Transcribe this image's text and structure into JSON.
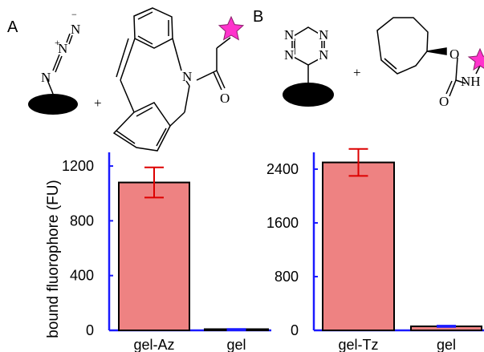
{
  "figure": {
    "panel_a_letter": "A",
    "panel_b_letter": "B",
    "plus_sign": "+"
  },
  "scheme": {
    "azide": {
      "n_top": "N",
      "n_mid": "N",
      "n_low": "N",
      "plus": "+",
      "minus": "−"
    },
    "dbco": {
      "n_atom": "N",
      "o_atom": "O"
    },
    "tetrazine": {
      "n1": "N",
      "n2": "N",
      "n3": "N",
      "n4": "N"
    },
    "tco": {
      "o_ether": "O",
      "o_carbonyl": "O",
      "nh": "NH"
    }
  },
  "colors": {
    "bar_fill": "#ee8282",
    "bar_edge": "#000000",
    "axis": "#1a1aff",
    "error_bar": "#dd0000",
    "error_bar_small": "#1a1aff",
    "star": "#ff33cc",
    "star_edge": "#8a1f6a",
    "ellipse": "#000000"
  },
  "chart_data": [
    {
      "type": "bar",
      "ylabel": "bound fluorophore (FU)",
      "categories": [
        "gel-Az",
        "gel"
      ],
      "values": [
        1080,
        5
      ],
      "errors": [
        110,
        5
      ],
      "ylim": [
        0,
        1300
      ],
      "yticks": [
        0,
        400,
        800,
        1200
      ]
    },
    {
      "type": "bar",
      "categories": [
        "gel-Tz",
        "gel"
      ],
      "values": [
        2500,
        60
      ],
      "errors": [
        200,
        10
      ],
      "ylim": [
        0,
        2650
      ],
      "yticks": [
        0,
        800,
        1600,
        2400
      ]
    }
  ]
}
